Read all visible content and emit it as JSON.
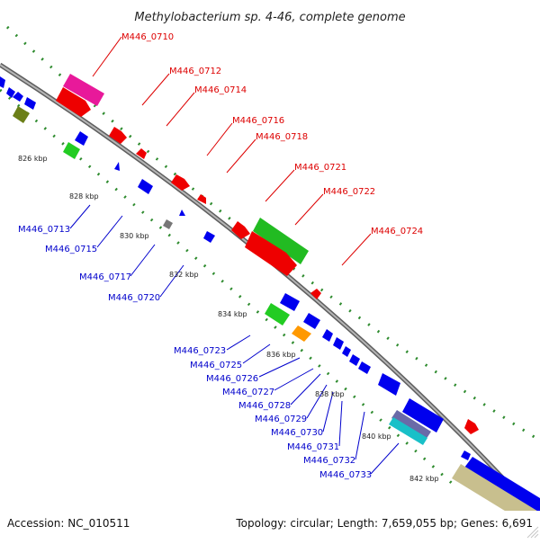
{
  "title": "Methylobacterium sp. 4-46, complete genome",
  "footer": {
    "accession": "Accession: NC_010511",
    "topology": "Topology: circular; Length: 7,659,055 bp; Genes: 6,691"
  },
  "colors": {
    "backbone": "#8a8a8a",
    "forward_label": "#dd0000",
    "reverse_label": "#0000cc",
    "tick_dots": "#2e8b2e"
  },
  "kbp_labels": [
    "826 kbp",
    "828 kbp",
    "830 kbp",
    "832 kbp",
    "834 kbp",
    "836 kbp",
    "838 kbp",
    "840 kbp",
    "842 kbp"
  ],
  "forward_labels": [
    "M446_0710",
    "M446_0712",
    "M446_0714",
    "M446_0716",
    "M446_0718",
    "M446_0721",
    "M446_0722",
    "M446_0724"
  ],
  "reverse_labels": [
    "M446_0713",
    "M446_0715",
    "M446_0717",
    "M446_0720",
    "M446_0723",
    "M446_0725",
    "M446_0726",
    "M446_0727",
    "M446_0728",
    "M446_0729",
    "M446_0730",
    "M446_0731",
    "M446_0732",
    "M446_0733"
  ]
}
